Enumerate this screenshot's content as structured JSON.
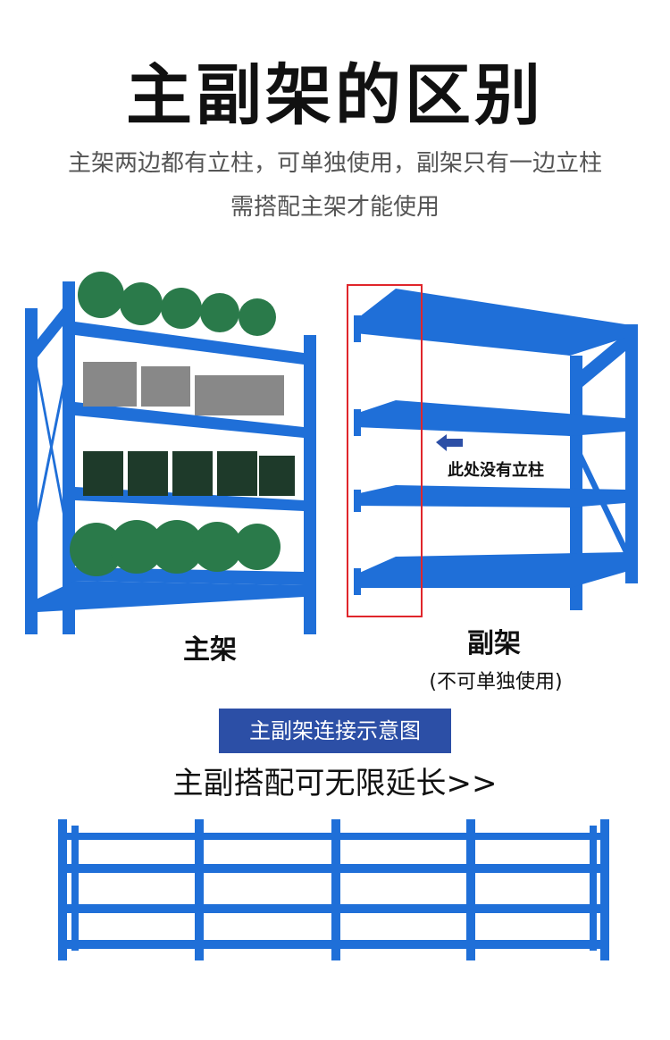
{
  "title": "主副架的区别",
  "subtitle": {
    "line1": "主架两边都有立柱，可单独使用，副架只有一边立柱",
    "line2": "需搭配主架才能使用"
  },
  "main_rack": {
    "label": "主架"
  },
  "sub_rack": {
    "label": "副架",
    "note": "(不可单独使用)",
    "callout": "此处没有立柱"
  },
  "connection": {
    "badge": "主副架连接示意图",
    "tagline": "主副搭配可无限延长>>"
  },
  "colors": {
    "rack_blue": "#1f6fd8",
    "highlight_red": "#e0262b",
    "badge_blue": "#2c4fa6"
  }
}
